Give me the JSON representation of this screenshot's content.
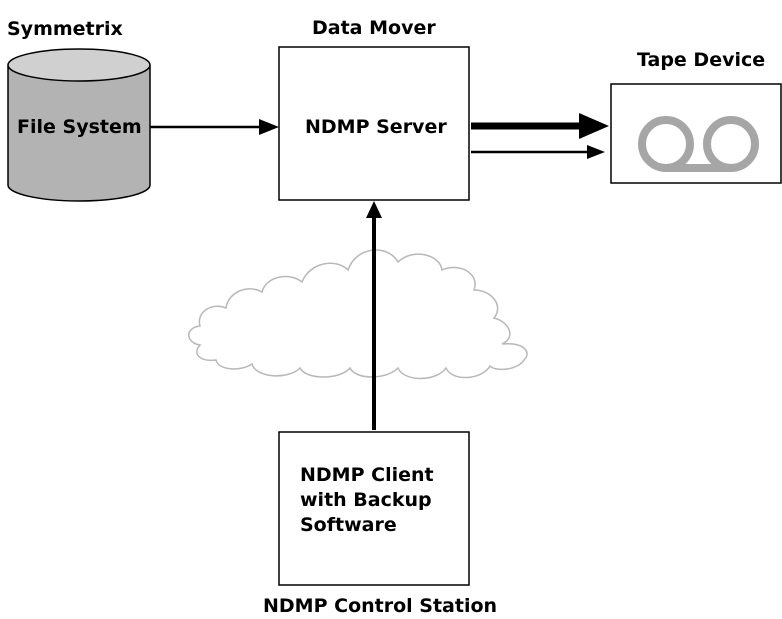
{
  "labels": {
    "symmetrix": "Symmetrix",
    "data_mover": "Data Mover",
    "tape_device": "Tape Device",
    "file_system": "File System",
    "ndmp_server": "NDMP Server",
    "ndmp_client_lines": [
      "NDMP Client",
      "with Backup",
      "Software"
    ],
    "ndmp_control_station": "NDMP Control Station"
  },
  "colors": {
    "cylinder_fill": "#b3b3b3",
    "cylinder_top": "#d0d0d0",
    "tape_reel": "#a6a6a6",
    "cloud_stroke": "#b8b8b8",
    "line": "#000000"
  },
  "icons": {
    "storage": "cylinder-icon",
    "tape": "tape-reels-icon",
    "network": "cloud-icon"
  }
}
